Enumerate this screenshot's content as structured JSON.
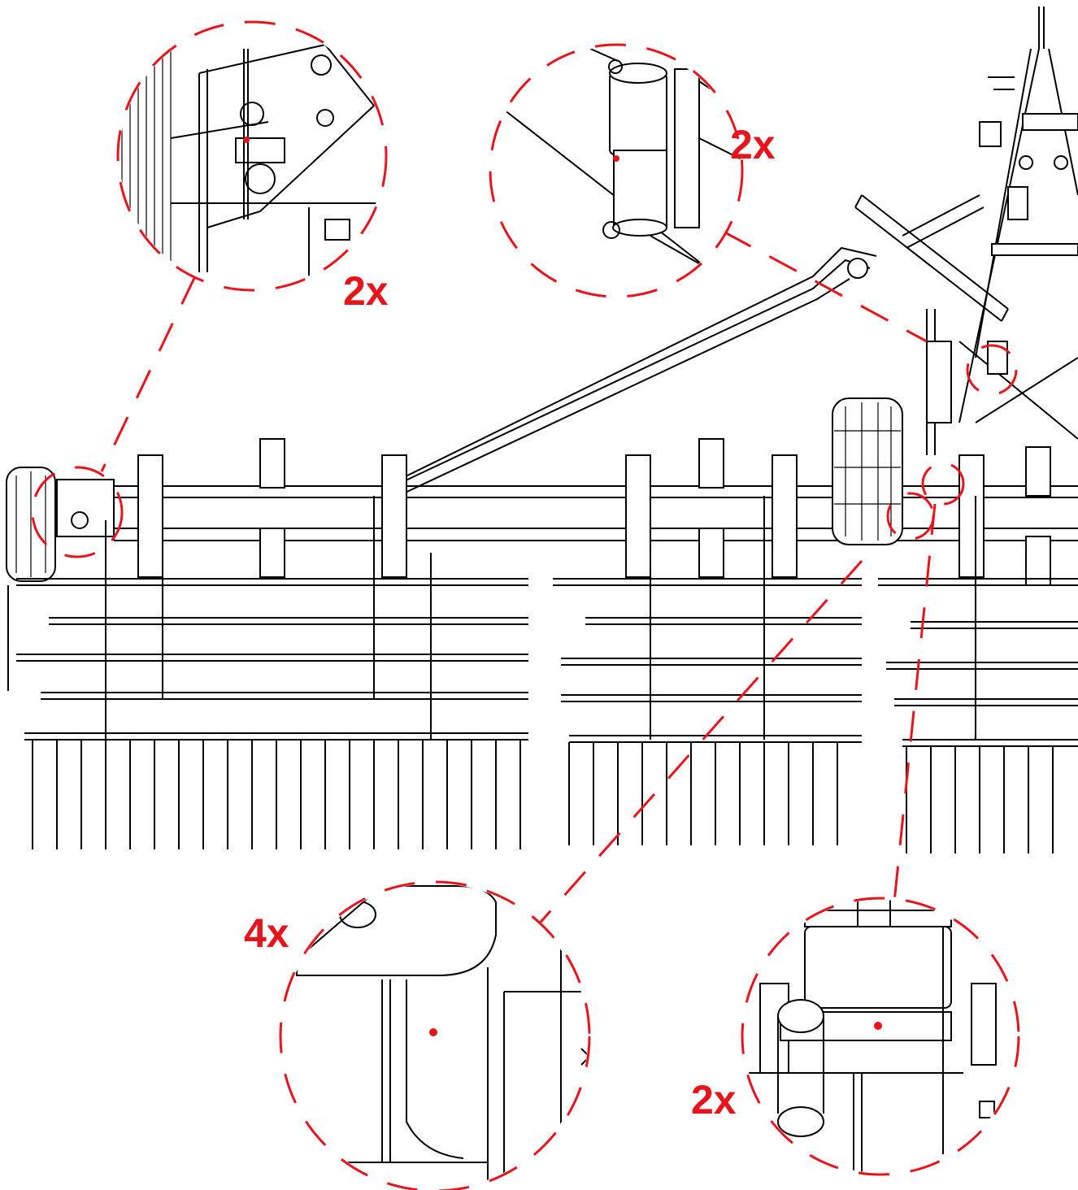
{
  "colors": {
    "accent": "#e8141b",
    "line": "#000000",
    "background": "#ffffff"
  },
  "callouts": [
    {
      "id": "top-left-detail",
      "label": "2x"
    },
    {
      "id": "top-center-detail",
      "label": "2x"
    },
    {
      "id": "bottom-center-detail",
      "label": "4x"
    },
    {
      "id": "bottom-right-detail",
      "label": "2x"
    }
  ],
  "icons": [
    "grease-point-icon"
  ]
}
